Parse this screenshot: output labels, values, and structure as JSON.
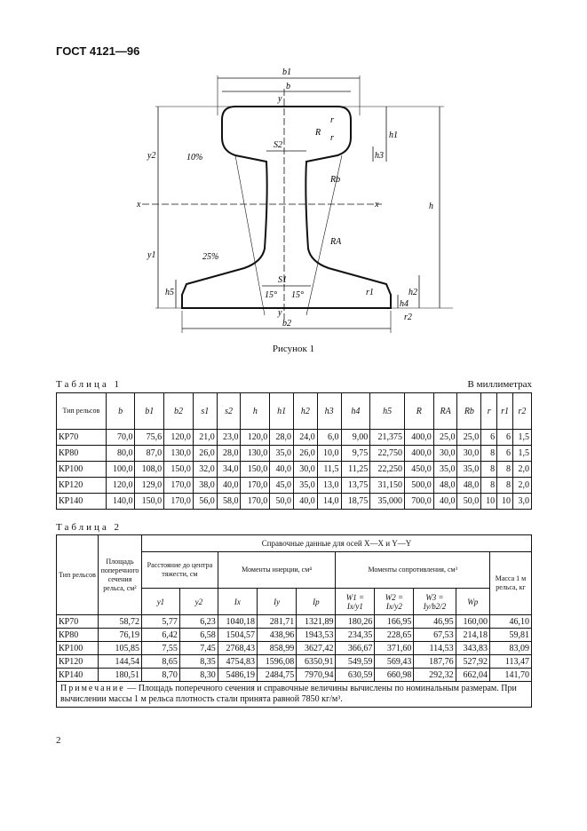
{
  "header": "ГОСТ 4121—96",
  "figure": {
    "caption": "Рисунок 1",
    "labels": {
      "b1": "b1",
      "b": "b",
      "y": "y",
      "r": "r",
      "h1": "h1",
      "h2": "h2",
      "h3": "h3",
      "h4": "h4",
      "h5": "h5",
      "s2": "S2",
      "s1": "S1",
      "R": "R",
      "Rb": "Rb",
      "RA": "RA",
      "x": "x",
      "h": "h",
      "y1": "y1",
      "y2": "y2",
      "slope10": "10%",
      "slope25": "25%",
      "ang15": "15°",
      "r1": "r1",
      "r2": "r2",
      "b2": "b2"
    }
  },
  "table1": {
    "caption": "Таблица 1",
    "unit": "В миллиметрах",
    "first_header": "Тип рельсов",
    "headers": [
      "b",
      "b1",
      "b2",
      "s1",
      "s2",
      "h",
      "h1",
      "h2",
      "h3",
      "h4",
      "h5",
      "R",
      "RA",
      "Rb",
      "r",
      "r1",
      "r2"
    ],
    "rows": [
      [
        "КР70",
        "70,0",
        "75,6",
        "120,0",
        "21,0",
        "23,0",
        "120,0",
        "28,0",
        "24,0",
        "6,0",
        "9,00",
        "21,375",
        "400,0",
        "25,0",
        "25,0",
        "6",
        "6",
        "1,5"
      ],
      [
        "КР80",
        "80,0",
        "87,0",
        "130,0",
        "26,0",
        "28,0",
        "130,0",
        "35,0",
        "26,0",
        "10,0",
        "9,75",
        "22,750",
        "400,0",
        "30,0",
        "30,0",
        "8",
        "6",
        "1,5"
      ],
      [
        "КР100",
        "100,0",
        "108,0",
        "150,0",
        "32,0",
        "34,0",
        "150,0",
        "40,0",
        "30,0",
        "11,5",
        "11,25",
        "22,250",
        "450,0",
        "35,0",
        "35,0",
        "8",
        "8",
        "2,0"
      ],
      [
        "КР120",
        "120,0",
        "129,0",
        "170,0",
        "38,0",
        "40,0",
        "170,0",
        "45,0",
        "35,0",
        "13,0",
        "13,75",
        "31,150",
        "500,0",
        "48,0",
        "48,0",
        "8",
        "8",
        "2,0"
      ],
      [
        "КР140",
        "140,0",
        "150,0",
        "170,0",
        "56,0",
        "58,0",
        "170,0",
        "50,0",
        "40,0",
        "14,0",
        "18,75",
        "35,000",
        "700,0",
        "40,0",
        "50,0",
        "10",
        "10",
        "3,0"
      ]
    ]
  },
  "table2": {
    "caption": "Таблица 2",
    "h_type": "Тип рельсов",
    "h_area": "Площадь поперечного сечения рельса, см²",
    "h_ref": "Справочные данные для осей X—X и Y—Y",
    "h_dist": "Расстояние до центра тяжести, см",
    "h_inertia": "Моменты инерции, см⁴",
    "h_resist": "Моменты сопротивления, см³",
    "h_mass": "Масса 1 м рельса, кг",
    "sub": [
      "y1",
      "y2",
      "Ix",
      "Iy",
      "Ip",
      "W1 = Ix/y1",
      "W2 = Ix/y2",
      "W3 = Iy/b2/2",
      "Wp"
    ],
    "rows": [
      [
        "КР70",
        "58,72",
        "5,77",
        "6,23",
        "1040,18",
        "281,71",
        "1321,89",
        "180,26",
        "166,95",
        "46,95",
        "160,00",
        "46,10"
      ],
      [
        "КР80",
        "76,19",
        "6,42",
        "6,58",
        "1504,57",
        "438,96",
        "1943,53",
        "234,35",
        "228,65",
        "67,53",
        "214,18",
        "59,81"
      ],
      [
        "КР100",
        "105,85",
        "7,55",
        "7,45",
        "2768,43",
        "858,99",
        "3627,42",
        "366,67",
        "371,60",
        "114,53",
        "343,83",
        "83,09"
      ],
      [
        "КР120",
        "144,54",
        "8,65",
        "8,35",
        "4754,83",
        "1596,08",
        "6350,91",
        "549,59",
        "569,43",
        "187,76",
        "527,92",
        "113,47"
      ],
      [
        "КР140",
        "180,51",
        "8,70",
        "8,30",
        "5486,19",
        "2484,75",
        "7970,94",
        "630,59",
        "660,98",
        "292,32",
        "662,04",
        "141,70"
      ]
    ],
    "note_label": "Примечание",
    "note": " — Площадь поперечного сечения и справочные величины вычислены по номинальным размерам. При вычислении массы 1 м рельса плотность стали принята равной 7850 кг/м³."
  },
  "page_number": "2"
}
